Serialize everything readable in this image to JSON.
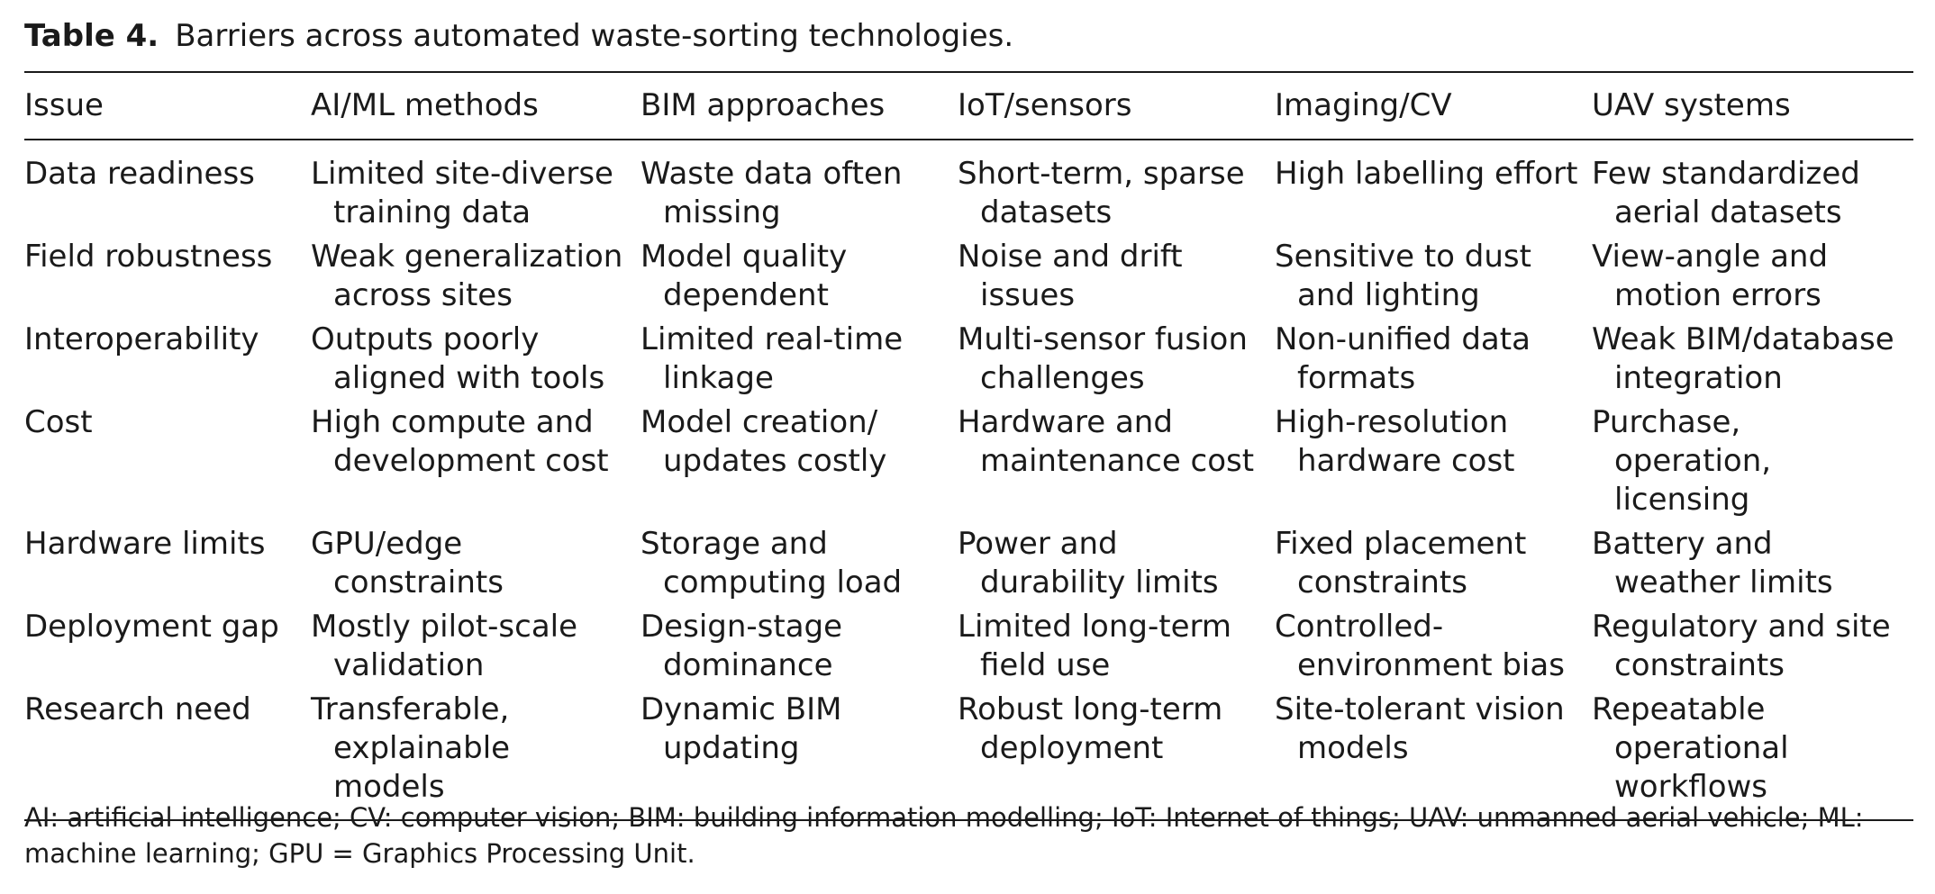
{
  "caption": {
    "label": "Table 4.",
    "text": "Barriers across automated waste-sorting technologies."
  },
  "table": {
    "headers": [
      "Issue",
      "AI/ML methods",
      "BIM approaches",
      "IoT/sensors",
      "Imaging/CV",
      "UAV systems"
    ],
    "rows": [
      [
        "Data readiness",
        "Limited site-diverse training data",
        "Waste data often missing",
        "Short-term, sparse datasets",
        "High labelling effort",
        "Few standardized aerial datasets"
      ],
      [
        "Field robustness",
        "Weak generalization across sites",
        "Model quality dependent",
        "Noise and drift issues",
        "Sensitive to dust and lighting",
        "View-angle and motion errors"
      ],
      [
        "Interoperability",
        "Outputs poorly aligned with tools",
        "Limited real-time linkage",
        "Multi-sensor fusion challenges",
        "Non-unified data formats",
        "Weak BIM/database integration"
      ],
      [
        "Cost",
        "High compute and development cost",
        "Model creation/ updates costly",
        "Hardware and maintenance cost",
        "High-resolution hardware cost",
        "Purchase, operation, licensing"
      ],
      [
        "Hardware limits",
        "GPU/edge constraints",
        "Storage and computing load",
        "Power and durability limits",
        "Fixed placement constraints",
        "Battery and weather limits"
      ],
      [
        "Deployment gap",
        "Mostly pilot-scale validation",
        "Design-stage dominance",
        "Limited long-term field use",
        "Controlled-environment bias",
        "Regulatory and site constraints"
      ],
      [
        "Research need",
        "Transferable, explainable models",
        "Dynamic BIM updating",
        "Robust long-term deployment",
        "Site-tolerant vision models",
        "Repeatable operational workflows"
      ]
    ]
  },
  "footnote": "AI: artificial intelligence; CV: computer vision; BIM: building information modelling; IoT: Internet of things; UAV: unmanned aerial vehicle; ML: machine learning; GPU = Graphics Processing Unit."
}
